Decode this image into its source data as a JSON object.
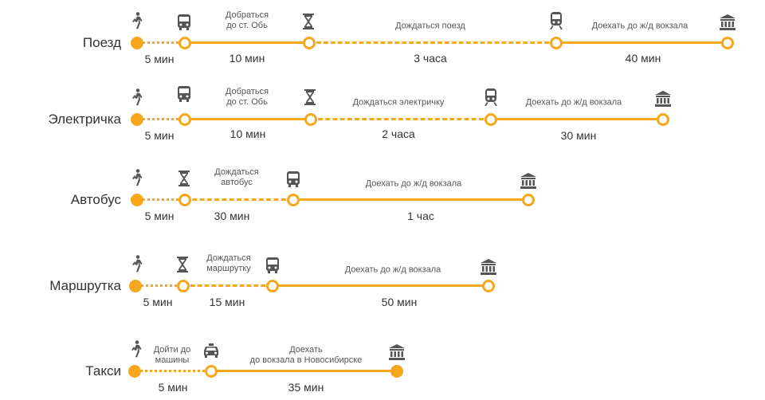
{
  "colors": {
    "accent": "#f5a81e",
    "text": "#333333",
    "icon": "#555555"
  },
  "routes": [
    {
      "name": "Поезд",
      "durations": [
        "5 мин",
        "10 мин",
        "3 часа",
        "40 мин"
      ],
      "labels": [
        "Добраться\nдо ст. Обь",
        "Дождаться поезд",
        "Доехать до ж/д вокзала"
      ]
    },
    {
      "name": "Электричка",
      "durations": [
        "5 мин",
        "10 мин",
        "2 часа",
        "30 мин"
      ],
      "labels": [
        "Добраться\nдо ст. Обь",
        "Дождаться электричку",
        "Доехать до ж/д вокзала"
      ]
    },
    {
      "name": "Автобус",
      "durations": [
        "5 мин",
        "30 мин",
        "1 час"
      ],
      "labels": [
        "Дождаться\nавтобус",
        "Доехать до ж/д вокзала"
      ]
    },
    {
      "name": "Маршрутка",
      "durations": [
        "5 мин",
        "15 мин",
        "50 мин"
      ],
      "labels": [
        "Дождаться\nмаршрутку",
        "Доехать до ж/д вокзала"
      ]
    },
    {
      "name": "Такси",
      "durations": [
        "5 мин",
        "35 мин"
      ],
      "labels": [
        "Дойти до\nмашины",
        "Доехать\nдо вокзала в Новосибирске"
      ]
    }
  ],
  "icons": [
    "walk-icon",
    "bus-icon",
    "hourglass-icon",
    "train-icon",
    "station-icon",
    "taxi-icon"
  ]
}
